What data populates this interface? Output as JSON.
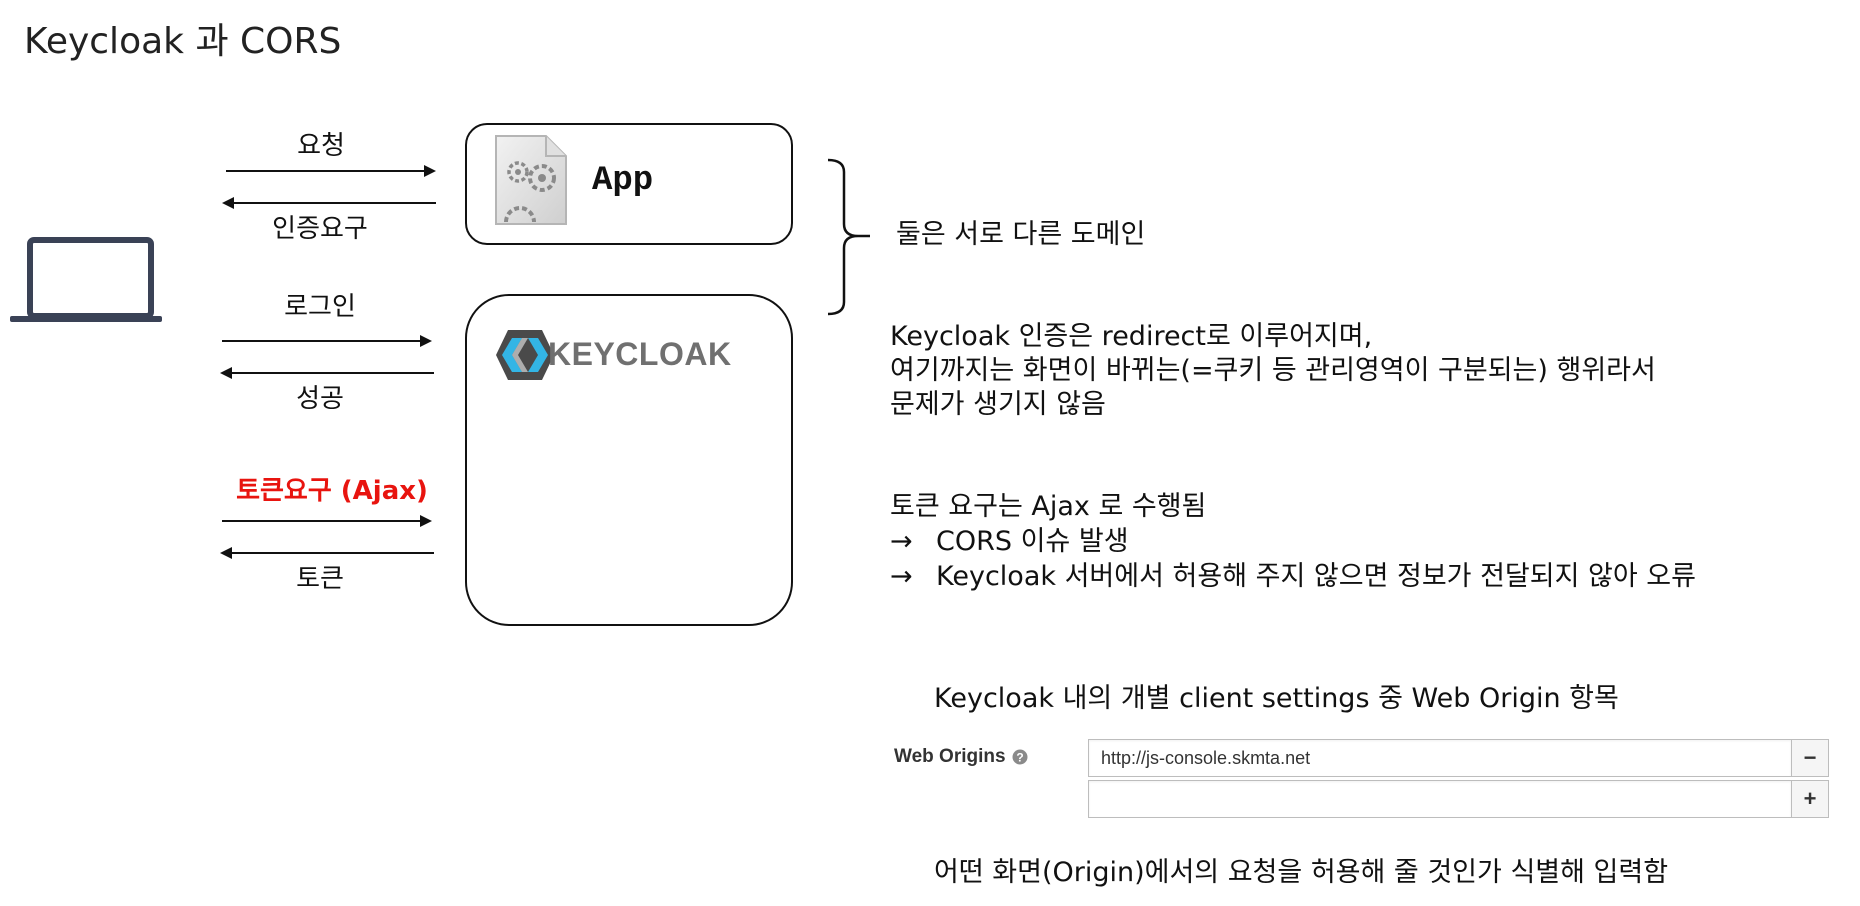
{
  "title": "Keycloak 과 CORS",
  "client_icon": "laptop-icon",
  "arrows": {
    "request": "요청",
    "auth_required": "인증요구",
    "login": "로그인",
    "success": "성공",
    "token_request": "토큰요구 (Ajax)",
    "token": "토큰"
  },
  "app_box": {
    "icon": "gear-document-icon",
    "label": "App"
  },
  "keycloak_box": {
    "logo_icon": "keycloak-logo-icon",
    "logo_text": "KEYCLOAK"
  },
  "brace_note": "둘은 서로 다른 도메인",
  "note_redirect": {
    "line1": "Keycloak 인증은 redirect로 이루어지며,",
    "line2": "여기까지는 화면이 바뀌는(=쿠키 등 관리영역이 구분되는) 행위라서",
    "line3": "문제가 생기지 않음"
  },
  "note_token": {
    "line1": "토큰 요구는 Ajax 로 수행됨",
    "line2": "CORS 이슈 발생",
    "line3": "Keycloak 서버에서 허용해 주지 않으면 정보가 전달되지 않아 오류",
    "bullet": "→"
  },
  "settings_caption": "Keycloak 내의 개별 client settings 중 Web Origin 항목",
  "web_origins": {
    "label": "Web Origins",
    "help_icon": "help-circle-icon",
    "value": "http://js-console.skmta.net",
    "empty_value": "",
    "remove_label": "−",
    "add_label": "+"
  },
  "bottom_caption": "어떤 화면(Origin)에서의 요청을 허용해 줄 것인가 식별해 입력함",
  "colors": {
    "token_request": "#e8140f",
    "laptop": "#3a4256",
    "keycloak_blue": "#33b5e5",
    "keycloak_dark": "#4a4a4a",
    "keycloak_text": "#707070"
  }
}
